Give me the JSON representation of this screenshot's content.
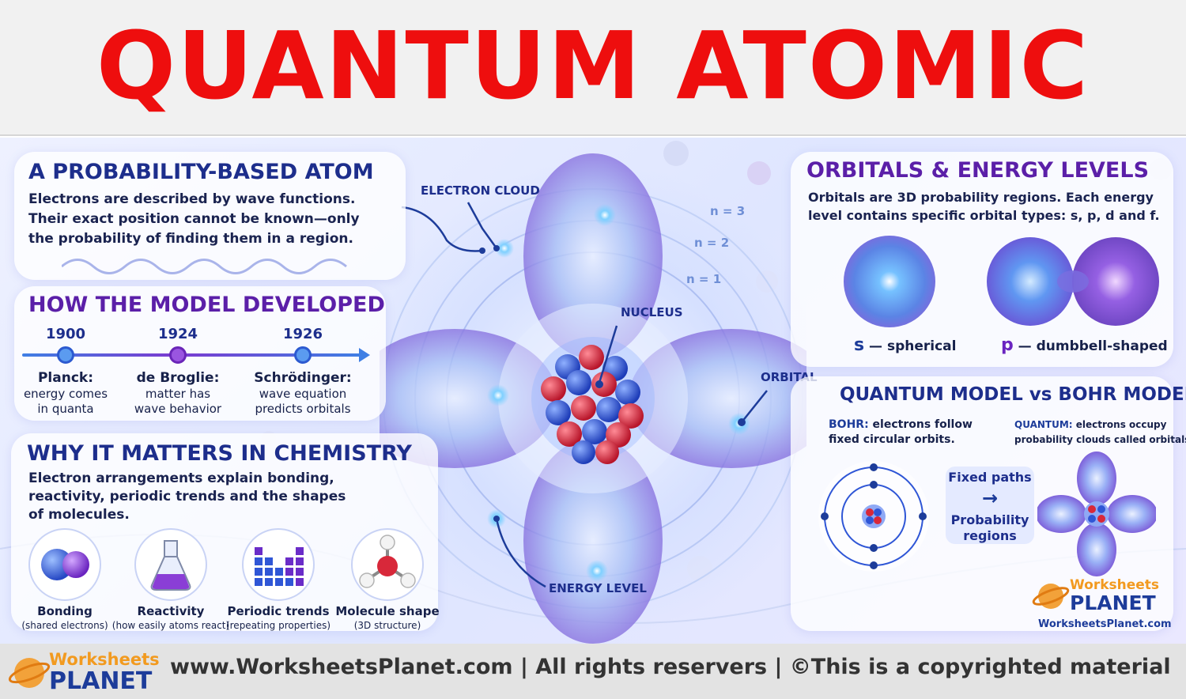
{
  "title": "QUANTUM ATOMIC MODEL",
  "probability": {
    "heading": "A PROBABILITY-BASED ATOM",
    "lines": [
      "Electrons are described by wave functions.",
      "Their exact position cannot be known—only",
      "the probability of finding them in a region."
    ]
  },
  "history": {
    "heading": "HOW THE MODEL DEVELOPED",
    "events": [
      {
        "year": "1900",
        "name": "Planck:",
        "desc1": "energy comes",
        "desc2": "in quanta",
        "color": "#2f6ee0"
      },
      {
        "year": "1924",
        "name": "de Broglie:",
        "desc1": "matter has",
        "desc2": "wave behavior",
        "color": "#8a3ed6"
      },
      {
        "year": "1926",
        "name": "Schrödinger:",
        "desc1": "wave equation",
        "desc2": "predicts orbitals",
        "color": "#2f6ee0"
      }
    ]
  },
  "why": {
    "heading": "WHY IT MATTERS IN CHEMISTRY",
    "lines": [
      "Electron arrangements explain bonding,",
      "reactivity, periodic trends and the shapes",
      "of molecules."
    ],
    "items": [
      {
        "icon": "bonding-icon",
        "label": "Bonding",
        "sub": "(shared electrons)"
      },
      {
        "icon": "flask-icon",
        "label": "Reactivity",
        "sub": "(how easily atoms react)"
      },
      {
        "icon": "periodic-table-icon",
        "label": "Periodic trends",
        "sub": "(repeating properties)"
      },
      {
        "icon": "molecule-icon",
        "label": "Molecule shape",
        "sub": "(3D structure)"
      }
    ]
  },
  "atom": {
    "electron_cloud": "ELECTRON CLOUD",
    "nucleus": "NUCLEUS",
    "orbital": "ORBITAL",
    "energy_level": "ENERGY LEVEL",
    "levels": [
      "n = 3",
      "n = 2",
      "n = 1"
    ]
  },
  "orbitals": {
    "heading": "ORBITALS & ENERGY LEVELS",
    "lines": [
      "Orbitals are 3D probability regions. Each energy",
      "level contains specific orbital types: s, p, d and f."
    ],
    "s_letter": "s",
    "s_text": "— spherical",
    "p_letter": "p",
    "p_text": "— dumbbell-shaped"
  },
  "comparison": {
    "heading": "QUANTUM MODEL vs BOHR MODEL",
    "bohr_key": "BOHR:",
    "bohr_line1": "electrons follow",
    "bohr_line2": "fixed circular orbits.",
    "quantum_key": "QUANTUM:",
    "quantum_line1": "electrons occupy",
    "quantum_line2": "probability clouds called orbitals.",
    "fixed": "Fixed paths",
    "arrow": "→",
    "prob1": "Probability",
    "prob2": "regions"
  },
  "logo": {
    "word1": "Worksheets",
    "word2": "PLANET",
    "url": "WorksheetsPlanet.com"
  },
  "footer": {
    "text": "www.WorksheetsPlanet.com | All rights reservers | ©This is a copyrighted material"
  },
  "colors": {
    "title_red": "#ee0e0e",
    "heading_blue": "#1d2e8c",
    "heading_purple": "#5b1fa8",
    "proton_red": "#d8283a",
    "neutron_blue": "#2f56d6"
  }
}
